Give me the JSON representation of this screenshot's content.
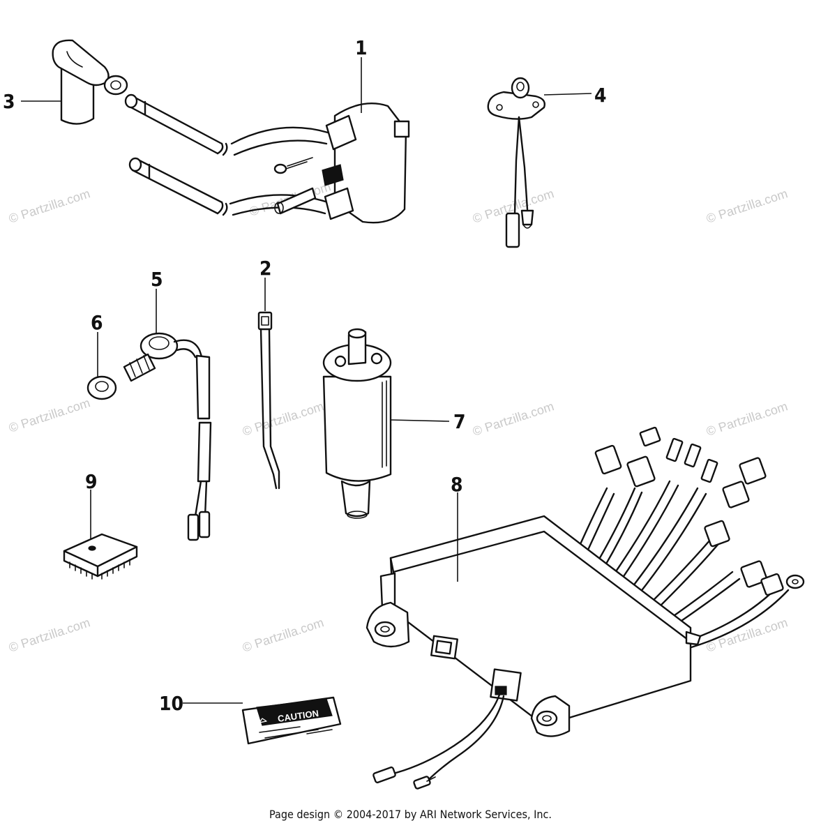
{
  "watermark": "© Partzilla.com",
  "footer": "Page design © 2004-2017 by ARI Network Services, Inc.",
  "callouts": [
    "1",
    "2",
    "3",
    "4",
    "5",
    "6",
    "7",
    "8",
    "9",
    "10"
  ],
  "label_text": "CAUTION"
}
